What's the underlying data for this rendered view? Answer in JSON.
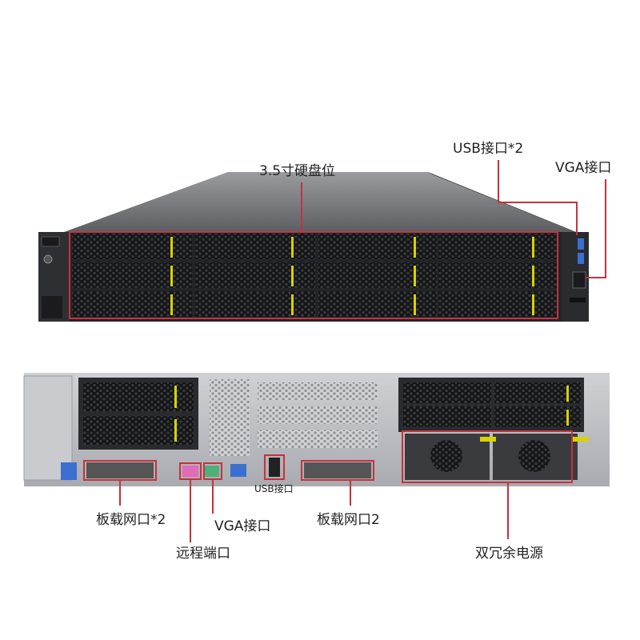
{
  "front_labels": {
    "hdd_bays": "3.5寸硬盘位",
    "usb_ports": "USB接口*2",
    "vga_port": "VGA接口"
  },
  "rear_labels": {
    "usb_port": "USB接口",
    "onboard_nic_2x": "板载网口*2",
    "vga_port": "VGA接口",
    "remote_port": "远程端口",
    "onboard_nic_2": "板载网口2",
    "redundant_psu": "双冗余电源"
  },
  "colors": {
    "callout": "#c4333c",
    "chassis_dark": "#2a2b2f",
    "chassis_silver": "#b7b9bd",
    "accent_yellow": "#d8d200"
  }
}
